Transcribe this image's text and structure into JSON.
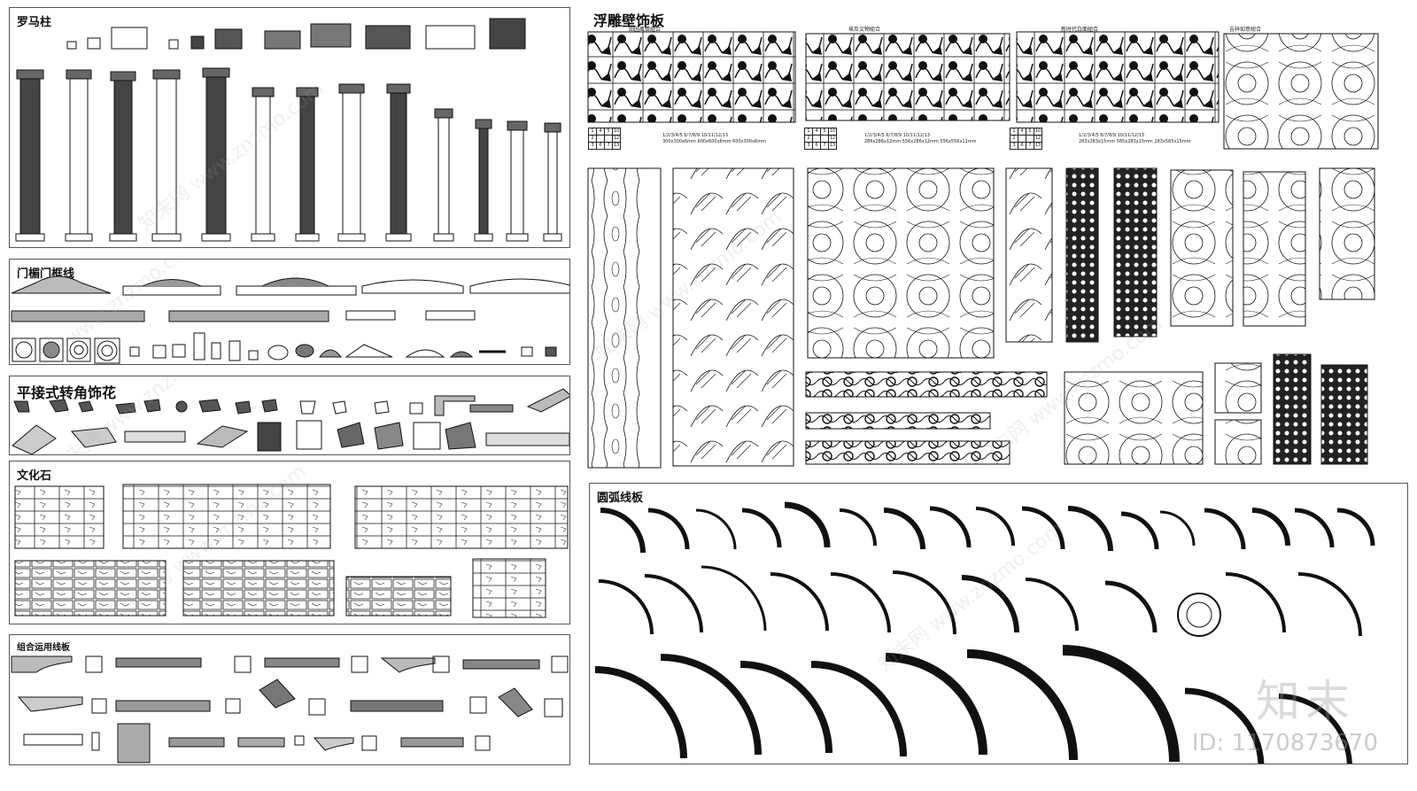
{
  "panels": {
    "roman_columns": {
      "title": "罗马柱"
    },
    "lintel_frames": {
      "title": "门楣门框线"
    },
    "corner_ornaments": {
      "title": "平接式转角饰花"
    },
    "culture_stone": {
      "title": "文化石"
    },
    "combo_boards": {
      "title": "组合运用线板"
    },
    "relief_panels": {
      "title": "浮雕壁饰板",
      "group_titles": [
        "田园風情組合",
        "埃及文物組合",
        "新时代白面組合",
        "吉祥如意組合"
      ],
      "grid_numbers": [
        "1",
        "4",
        "5",
        "10",
        "11",
        "2",
        "",
        "",
        "",
        "12",
        "3",
        "6",
        "7",
        "8",
        "9",
        "",
        "",
        "",
        "",
        "13"
      ],
      "dims_labels": [
        "1/2/3/4/5   6/7/8/9  10/11/12/13",
        "300x300x6mm 600x600x6mm 600x300x6mm",
        "1/2/3/4/5   6/7/8/9  10/11/12/13",
        "286x286x12mm 556x286x12mm 556x556x12mm",
        "1/2/3/4/5   6/7/8/9  10/11/12/13",
        "283x283x15mm 565x283x15mm 283x565x15mm"
      ]
    },
    "arc_boards": {
      "title": "圆弧线板"
    }
  },
  "watermark": {
    "logo": "知末",
    "id": "ID: 1170873670",
    "diagonal": "知末网 www.znzmo.com"
  },
  "colors": {
    "line": "#111111",
    "panel_border": "#555555",
    "background": "#ffffff"
  }
}
